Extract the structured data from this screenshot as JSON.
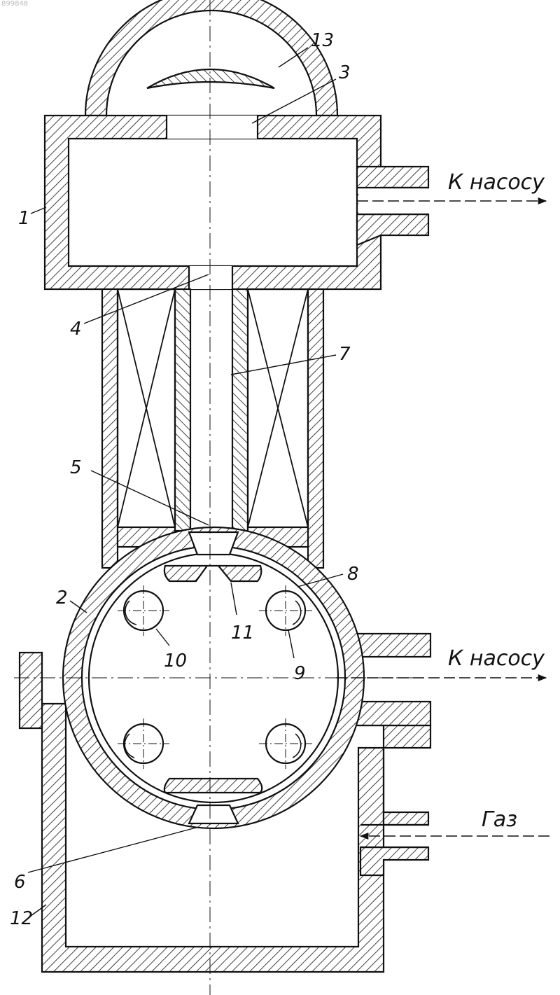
{
  "watermark": "899848",
  "labels": {
    "n1": "1",
    "n2": "2",
    "n3": "3",
    "n4": "4",
    "n5": "5",
    "n6": "6",
    "n7": "7",
    "n8": "8",
    "n9": "9",
    "n10": "10",
    "n11": "11",
    "n12": "12",
    "n13": "13"
  },
  "annotations": {
    "to_pump_top": "К насосу",
    "to_pump_mid": "К насосу",
    "gas": "Газ"
  }
}
